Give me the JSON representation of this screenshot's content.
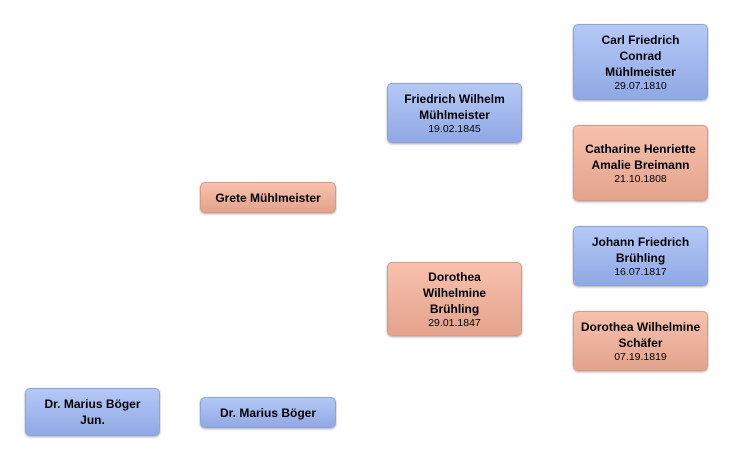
{
  "tree": {
    "root": {
      "name": "Dr. Marius Böger Jun.",
      "date": ""
    },
    "father": {
      "name": "Dr. Marius Böger",
      "date": ""
    },
    "mother": {
      "name": "Grete Mühlmeister",
      "date": ""
    },
    "maternal_grandfather": {
      "name": "Friedrich Wilhelm Mühlmeister",
      "date": "19.02.1845"
    },
    "maternal_grandmother": {
      "name": "Dorothea Wilhelmine Brühling",
      "date": "29.01.1847"
    },
    "mgf_father": {
      "name": "Carl Friedrich Conrad Mühlmeister",
      "date": "29.07.1810"
    },
    "mgf_mother": {
      "name": "Catharine Henriette Amalie Breimann",
      "date": "21.10.1808"
    },
    "mgm_father": {
      "name": "Johann Friedrich Brühling",
      "date": "16.07.1817"
    },
    "mgm_mother": {
      "name": "Dorothea Wilhelmine Schäfer",
      "date": "07.19.1819"
    }
  },
  "colors": {
    "male": "#a3b8ee",
    "female": "#f1b29b"
  }
}
